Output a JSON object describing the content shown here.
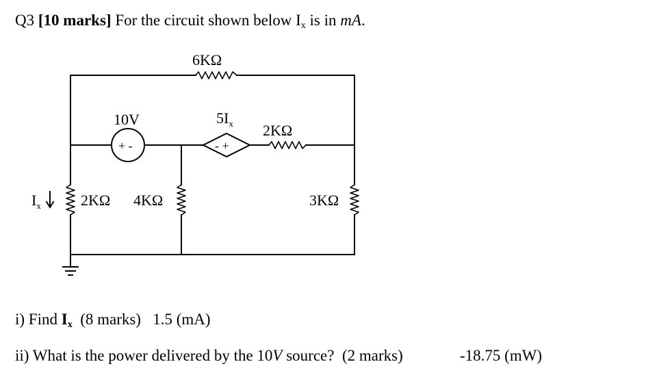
{
  "question": {
    "number": "Q3",
    "marks": "[10 marks]",
    "text_before": "For the circuit shown below I",
    "text_sub": "x",
    "text_mid": " is in ",
    "unit": "mA",
    "text_end": "."
  },
  "circuit": {
    "r_top": "6KΩ",
    "v_source": "10V",
    "v_source_sign": "+ -",
    "dep_source": "5I",
    "dep_source_sub": "x",
    "dep_source_sign": "- +",
    "r_mid": "2KΩ",
    "current_label": "I",
    "current_sub": "x",
    "r_left": "2KΩ",
    "r_center": "4KΩ",
    "r_right": "3KΩ"
  },
  "part1": {
    "label": "i) Find ",
    "var": "I",
    "var_sub": "x",
    "marks": "(8 marks)",
    "answer": "1.5 (mA)"
  },
  "part2": {
    "text": "ii) What is the power delivered by the ",
    "source": "10",
    "source_unit": "V",
    "text_end": " source?",
    "marks": "(2 marks)",
    "answer": "-18.75 (mW)"
  }
}
